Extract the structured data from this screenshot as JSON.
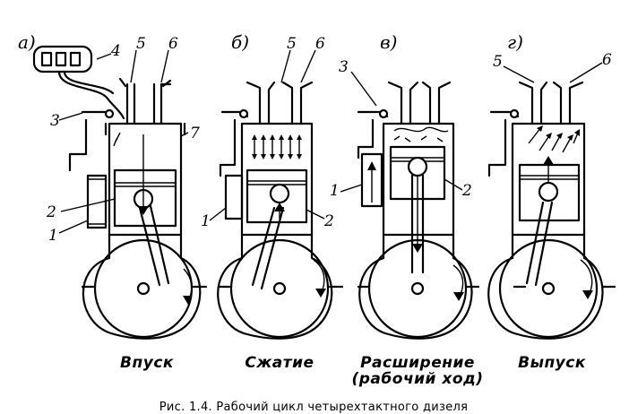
{
  "stages": [
    {
      "letter": "а)",
      "name": "Впуск"
    },
    {
      "letter": "б)",
      "name": "Сжатие"
    },
    {
      "letter": "в)",
      "name": "Расширение",
      "name2": "(рабочий ход)"
    },
    {
      "letter": "г)",
      "name": "Выпуск"
    }
  ],
  "callouts": {
    "a": [
      "4",
      "5",
      "6",
      "3",
      "7",
      "2",
      "1"
    ],
    "b": [
      "5",
      "6",
      "1",
      "2"
    ],
    "c": [
      "3",
      "1",
      "2"
    ],
    "d": [
      "5",
      "6"
    ]
  },
  "caption": "Рис. 1.4. Рабочий цикл четырехтактного дизеля"
}
